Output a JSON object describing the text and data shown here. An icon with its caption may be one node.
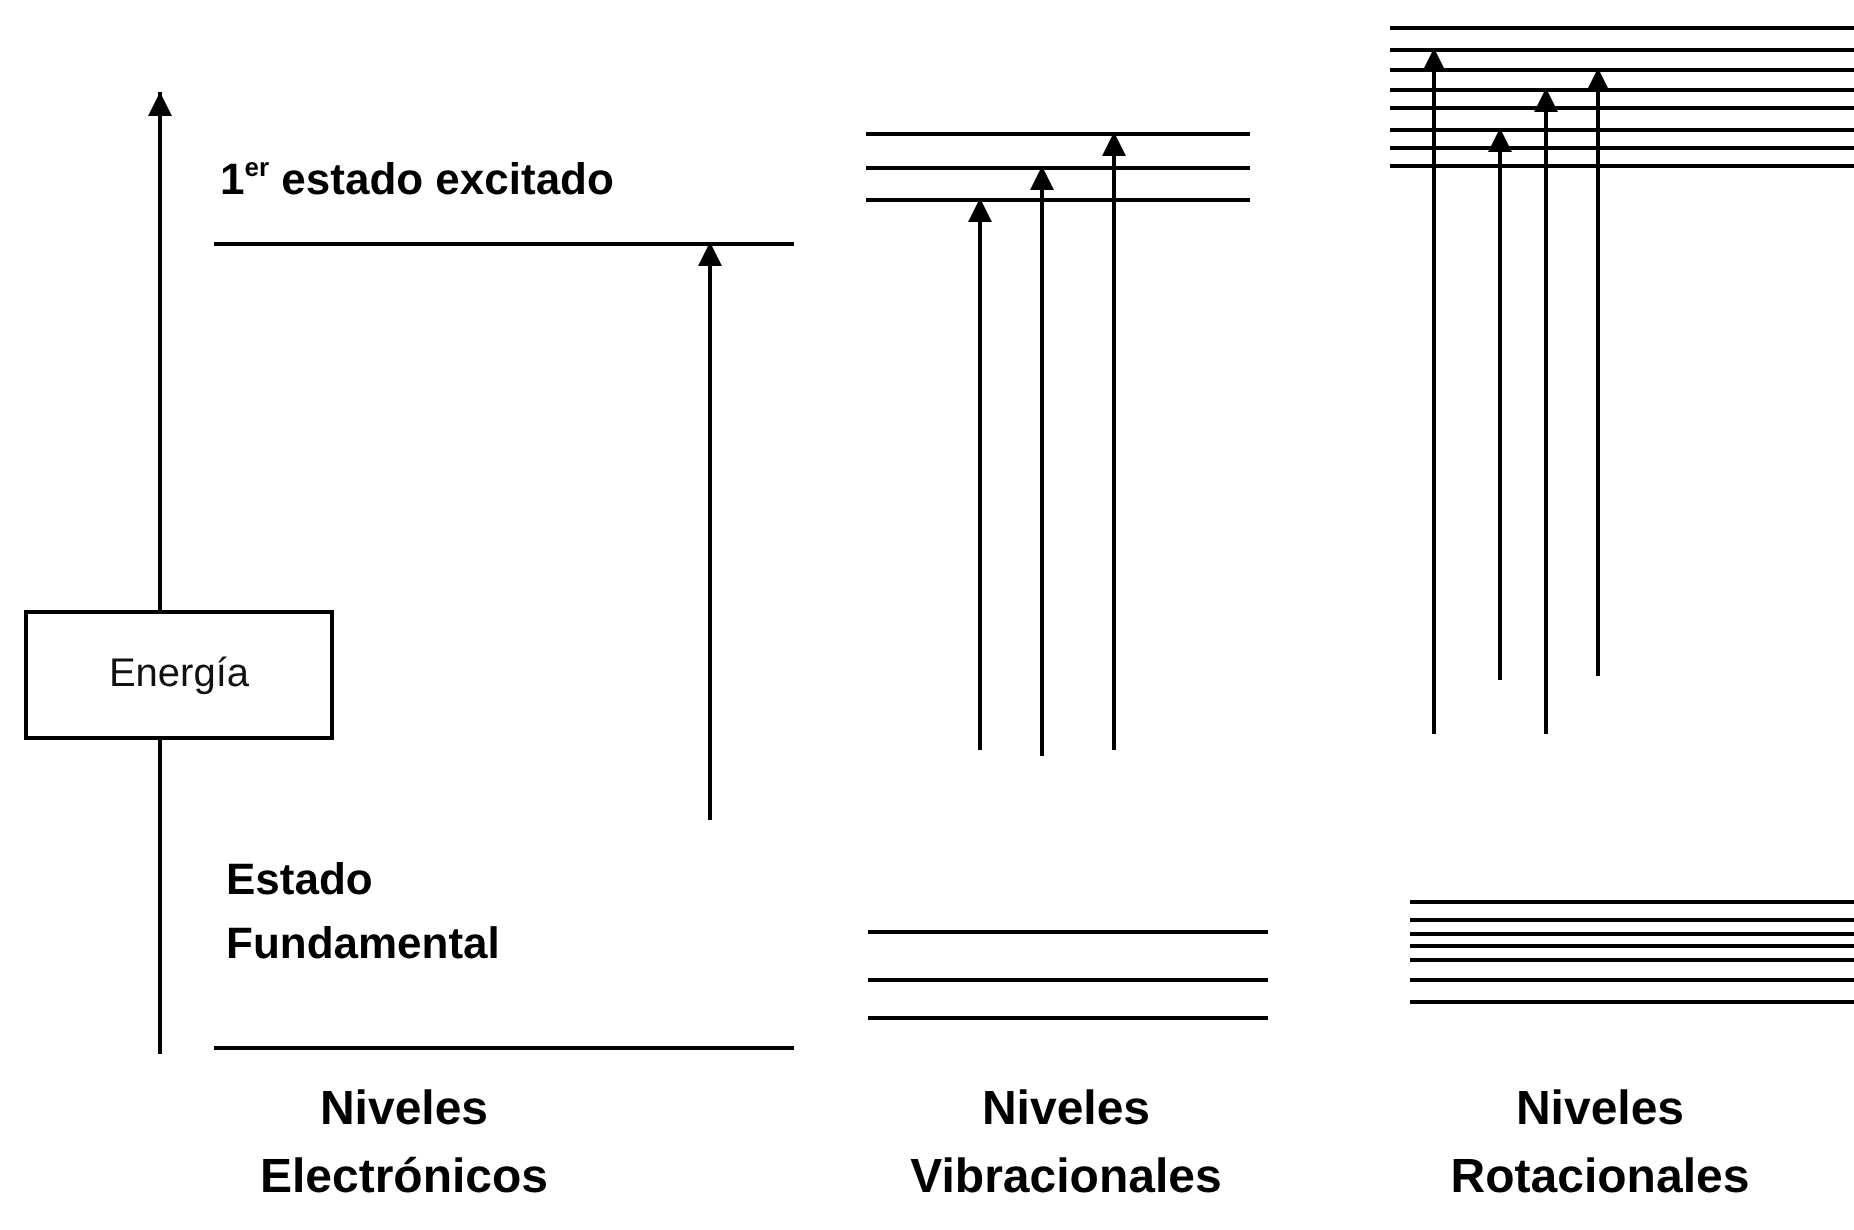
{
  "diagram": {
    "nodes": [
      {
        "text": [
          "Energía"
        ]
      },
      {
        "text": [],
        "shape": "bar",
        "beside": [
          "1$^{er}$ estado excitado"
        ]
      },
      {
        "text": [],
        "shape": "bar",
        "beside": [
          "Estado Fundamental"
        ]
      },
      {
        "text": [],
        "shape": "bar"
      },
      {
        "text": [],
        "shape": "bar"
      },
      {
        "text": [],
        "shape": "bar"
      },
      {
        "text": [],
        "shape": "bar"
      },
      {
        "text": [],
        "shape": "bar"
      },
      {
        "text": [],
        "shape": "bar"
      },
      {
        "text": [],
        "shape": "bar"
      },
      {
        "text": [],
        "shape": "bar"
      },
      {
        "text": [],
        "shape": "bar"
      },
      {
        "text": [],
        "shape": "bar"
      },
      {
        "text": [],
        "shape": "bar"
      },
      {
        "text": [],
        "shape": "bar"
      },
      {
        "text": [],
        "shape": "bar"
      },
      {
        "text": [],
        "shape": "bar"
      },
      {
        "text": [],
        "shape": "bar"
      },
      {
        "text": [],
        "shape": "bar"
      },
      {
        "text": [],
        "shape": "bar"
      },
      {
        "text": [],
        "shape": "bar"
      },
      {
        "text": [],
        "shape": "bar"
      },
      {
        "text": [],
        "shape": "bar"
      },
      {
        "text": [],
        "shape": "bar"
      }
    ],
    "edges": [
      {
        "from": null,
        "to": 1,
        "arrow": "to"
      },
      {
        "from": null,
        "to": 5,
        "arrow": "to"
      },
      {
        "from": null,
        "to": 4,
        "arrow": "to"
      },
      {
        "from": null,
        "to": 3,
        "arrow": "to"
      },
      {
        "from": null,
        "to": 10,
        "arrow": "to"
      },
      {
        "from": null,
        "to": 14,
        "arrow": "to"
      },
      {
        "from": null,
        "to": 12,
        "arrow": "to"
      },
      {
        "from": null,
        "to": 11,
        "arrow": "to"
      }
    ],
    "labels": [
      "Niveles Electrónicos",
      "Niveles Vibracionales",
      "Niveles Rotacionales"
    ]
  }
}
